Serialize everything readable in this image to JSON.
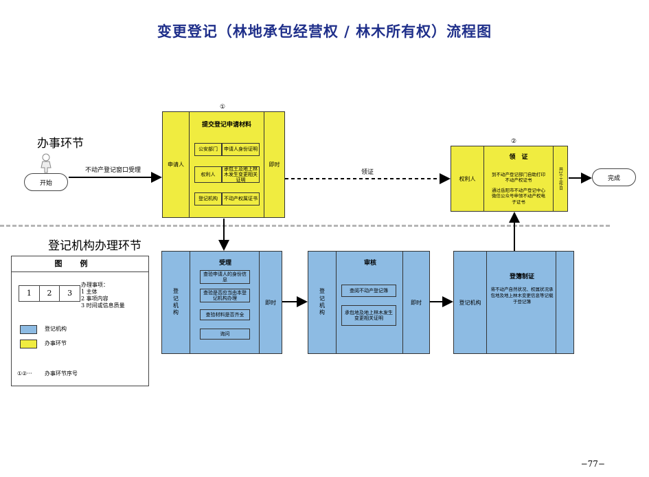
{
  "title": "变更登记（林地承包经营权 / 林木所有权）流程图",
  "sections": {
    "applicant": "办事环节",
    "agency": "登记机构办理环节"
  },
  "start_label": "开始",
  "end_label": "完成",
  "arrows": {
    "window": "不动产登记窗口受理",
    "pickup": "领证"
  },
  "step1": {
    "seq": "①",
    "title": "提交登记申请材料",
    "subject": "申请人",
    "timing": "即时",
    "rows": [
      {
        "dept": "公安部门",
        "item": "申请人身份证明"
      },
      {
        "dept": "权利人",
        "item": "承包土及地上林木发生变更相关证明"
      },
      {
        "dept": "登记机构",
        "item": "不动产权属证书"
      }
    ]
  },
  "step2": {
    "seq": "②",
    "title": "领　证",
    "subject": "权利人",
    "timing": "共1个工作日",
    "notes": [
      "到不动产登记部门自助打印不动产权证书",
      "通过岳阳市不动产登记中心微信公众号申领不动产权电子证书"
    ]
  },
  "accept": {
    "title": "受理",
    "subject": "登记机构",
    "timing": "即时",
    "items": [
      "查验申请人的身份信息",
      "查验是否应当由本登记机构办理",
      "查验材料是否齐全",
      "询问"
    ]
  },
  "review": {
    "title": "审核",
    "subject": "登记机构",
    "timing": "即时",
    "items": [
      "查阅不动产登记簿",
      "承包地及地上林木发生变更相关证明"
    ]
  },
  "register": {
    "title": "登簿制证",
    "subject": "登记机构",
    "desc": "将不动产自然状况、权属状况承包地及地上林木变更信息等记载于登记簿"
  },
  "legend": {
    "title": "图例",
    "nums": [
      "1",
      "2",
      "3"
    ],
    "matters_title": "办理事项：",
    "matters": [
      "1 主体",
      "2 事项内容",
      "3 时间或信息质量"
    ],
    "agency": "登记机构",
    "step": "办事环节",
    "seq_symbol": "①②···",
    "seq_text": "办事环节序号"
  },
  "page_number": "−77−",
  "colors": {
    "yellow": "#f0ec40",
    "blue": "#8dbbe3",
    "title": "#1f2f8a"
  }
}
